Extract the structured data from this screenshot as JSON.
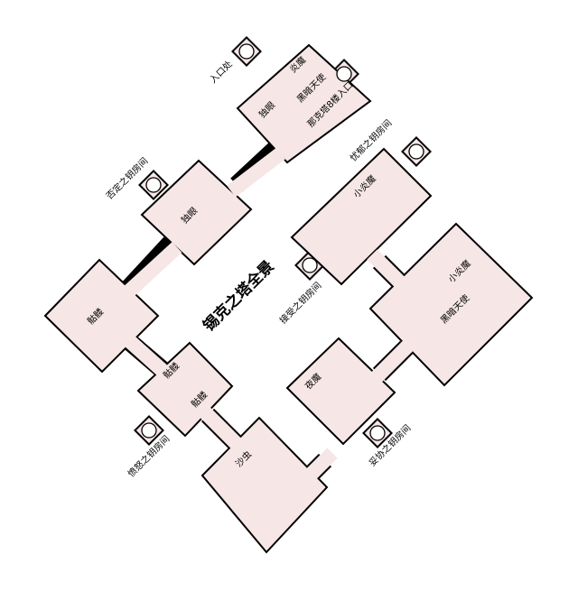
{
  "title": "锡克之塔全景",
  "labels": {
    "entrance": "入口处",
    "top_boss1": "炎魔",
    "top_boss2": "黑暗天使",
    "top_exit": "那克塔8楼入口",
    "top_room": "独眼",
    "denial_key": "否定之钥房间",
    "cyclops_room": "独眼",
    "skeleton_big": "骷髅",
    "skeleton_a": "骷髅",
    "skeleton_b": "骷髅",
    "anger_key": "愤怒之钥房间",
    "sandworm": "沙虫",
    "nightmare": "夜魔",
    "compromise_key": "妥协之钥房间",
    "accept_key": "接受之钥房间",
    "small_balrog": "小炎魔",
    "depression_key": "忧郁之钥房间",
    "big_room_1": "小炎魔",
    "big_room_2": "黑暗天使"
  },
  "colors": {
    "room_fill": "#f6e6e6",
    "outline": "#000000"
  }
}
